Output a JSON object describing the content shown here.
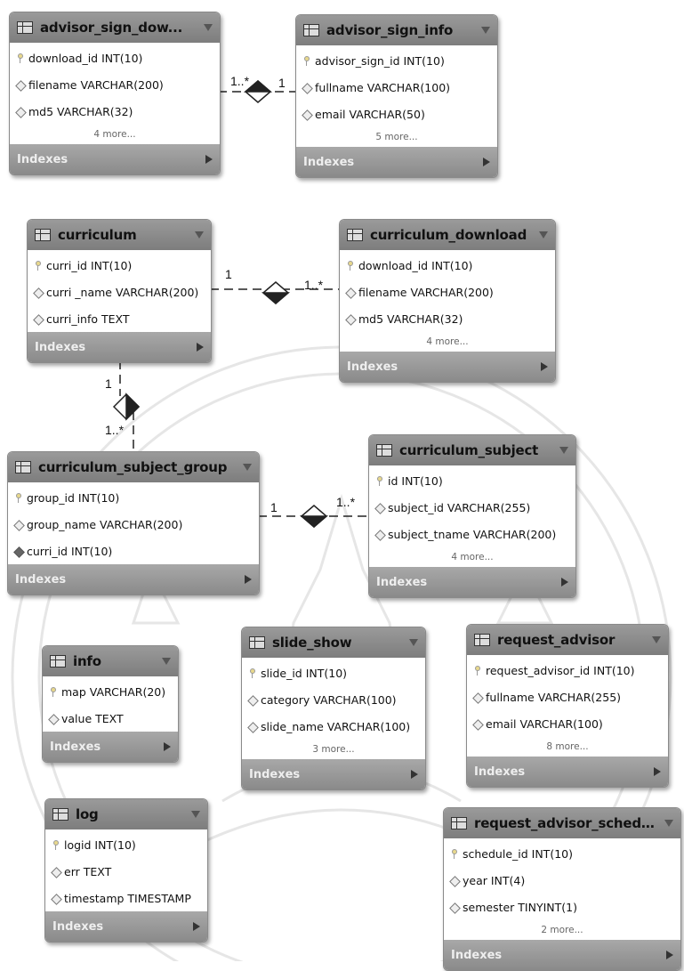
{
  "tables": {
    "advisor_sign_download": {
      "name": "advisor_sign_dow...",
      "cols": [
        "download_id INT(10)",
        "filename VARCHAR(200)",
        "md5 VARCHAR(32)"
      ],
      "more": "4 more...",
      "footer": "Indexes"
    },
    "advisor_sign_info": {
      "name": "advisor_sign_info",
      "cols": [
        "advisor_sign_id INT(10)",
        "fullname VARCHAR(100)",
        "email VARCHAR(50)"
      ],
      "more": "5 more...",
      "footer": "Indexes"
    },
    "curriculum": {
      "name": "curriculum",
      "cols": [
        "curri_id INT(10)",
        "curri _name VARCHAR(200)",
        "curri_info TEXT"
      ],
      "footer": "Indexes"
    },
    "curriculum_download": {
      "name": "curriculum_download",
      "cols": [
        "download_id INT(10)",
        "filename VARCHAR(200)",
        "md5 VARCHAR(32)"
      ],
      "more": "4 more...",
      "footer": "Indexes"
    },
    "curriculum_subject_group": {
      "name": "curriculum_subject_group",
      "cols": [
        "group_id INT(10)",
        "group_name VARCHAR(200)",
        "curri_id INT(10)"
      ],
      "footer": "Indexes"
    },
    "curriculum_subject": {
      "name": "curriculum_subject",
      "cols": [
        "id INT(10)",
        "subject_id VARCHAR(255)",
        "subject_tname VARCHAR(200)"
      ],
      "more": "4 more...",
      "footer": "Indexes"
    },
    "info": {
      "name": "info",
      "cols": [
        "map VARCHAR(20)",
        "value TEXT"
      ],
      "footer": "Indexes"
    },
    "slide_show": {
      "name": "slide_show",
      "cols": [
        "slide_id INT(10)",
        "category VARCHAR(100)",
        "slide_name VARCHAR(100)"
      ],
      "more": "3 more...",
      "footer": "Indexes"
    },
    "request_advisor": {
      "name": "request_advisor",
      "cols": [
        "request_advisor_id INT(10)",
        "fullname VARCHAR(255)",
        "email VARCHAR(100)"
      ],
      "more": "8 more...",
      "footer": "Indexes"
    },
    "log": {
      "name": "log",
      "cols": [
        "logid INT(10)",
        "err TEXT",
        "timestamp TIMESTAMP"
      ],
      "footer": "Indexes"
    },
    "request_advisor_schedule": {
      "name": "request_advisor_schedule",
      "cols": [
        "schedule_id INT(10)",
        "year INT(4)",
        "semester TINYINT(1)"
      ],
      "more": "2 more...",
      "footer": "Indexes"
    }
  },
  "relations": {
    "r1": {
      "many": "1..*",
      "one": "1"
    },
    "r2": {
      "one": "1",
      "many": "1..*"
    },
    "r3": {
      "one": "1",
      "many": "1..*"
    },
    "r4": {
      "one": "1",
      "many": "1..*"
    }
  }
}
